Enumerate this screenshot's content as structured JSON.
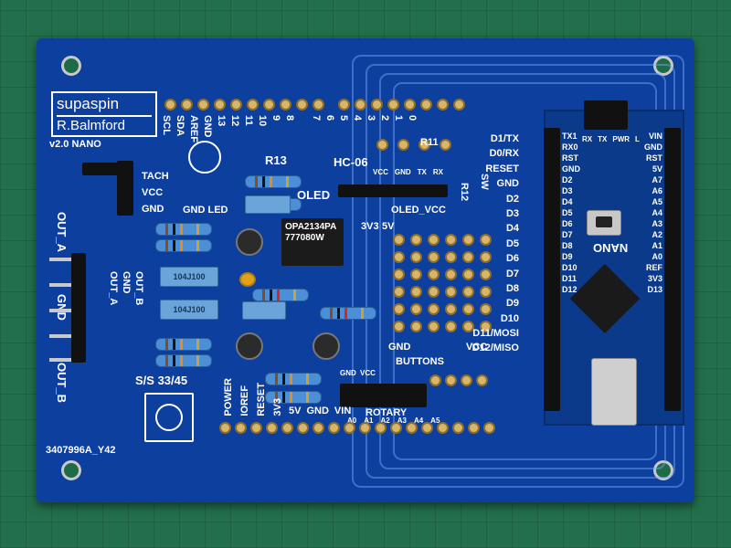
{
  "board": {
    "logo_line1": "supaspin",
    "logo_line2": "R.Balmford",
    "version": "v2.0 NANO",
    "serial": "3407996A_Y42",
    "module_label": "NANO",
    "opamp_line1": "OPA2134PA",
    "opamp_line2": "777080W",
    "cap1_label": "104J100",
    "cap2_label": "104J100"
  },
  "labels": {
    "tach": "TACH",
    "vcc": "VCC",
    "gnd": "GND",
    "gnd_led": "GND LED",
    "oled": "OLED",
    "oled_vcc": "OLED_VCC",
    "hc06": "HC-06",
    "r13": "R13",
    "r11": "R11",
    "r12": "R12",
    "sw": "SW",
    "out_a": "OUT_A",
    "out_b": "OUT_B",
    "out_a_small": "OUT_A",
    "out_b_small": "OUT_B",
    "gnd_small": "GND",
    "ss": "S/S 33/45",
    "buttons": "BUTTONS",
    "rotary": "ROTARY",
    "proto_gnd": "GND",
    "proto_vcc": "VCC",
    "hc_pins": [
      "VCC",
      "GND",
      "TX",
      "RX"
    ],
    "voltages": [
      "3V3",
      "5V"
    ],
    "top_pins": [
      "SCL",
      "SDA",
      "AREF",
      "GND",
      "13",
      "12",
      "11",
      "10",
      "9",
      "8",
      "7",
      "6",
      "5",
      "4",
      "3",
      "2",
      "1",
      "0"
    ],
    "power_pins": [
      "POWER",
      "IOREF",
      "RESET",
      "3V3",
      "5V",
      "GND",
      "VIN"
    ],
    "analog_pins": [
      "A0",
      "A1",
      "A2",
      "A3",
      "A4",
      "A5"
    ],
    "button_pins": [
      "GND",
      "VCC"
    ],
    "right_pins": [
      "D1/TX",
      "D0/RX",
      "RESET",
      "GND",
      "D2",
      "D3",
      "D4",
      "D5",
      "D6",
      "D7",
      "D8",
      "D9",
      "D10",
      "D11/MOSI",
      "D12/MISO"
    ],
    "nano_left": [
      "D12",
      "D11",
      "D10",
      "D9",
      "D8",
      "D7",
      "D6",
      "D5",
      "D4",
      "D3",
      "D2",
      "GND",
      "RST",
      "RX0",
      "TX1"
    ],
    "nano_right": [
      "D13",
      "3V3",
      "REF",
      "A0",
      "A1",
      "A2",
      "A3",
      "A4",
      "A5",
      "A6",
      "A7",
      "5V",
      "RST",
      "GND",
      "VIN"
    ],
    "nano_leds": [
      "RX",
      "TX",
      "PWR",
      "L"
    ]
  }
}
